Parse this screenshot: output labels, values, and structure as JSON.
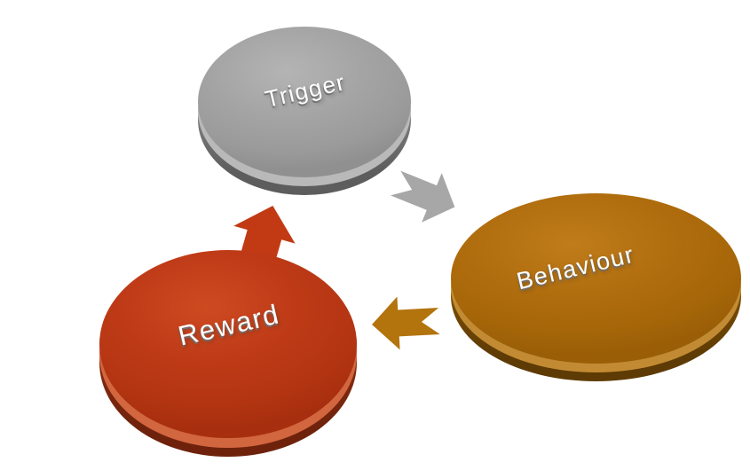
{
  "background_color": "#ffffff",
  "diagram": {
    "type": "cycle",
    "nodes": [
      {
        "id": "trigger",
        "label": "Trigger",
        "shape": "3d-disc",
        "top_color": "#a4a4a4",
        "bevel_color": "#b9b9b9",
        "side_color": "#6e6e6e",
        "text_color": "#ffffff"
      },
      {
        "id": "behaviour",
        "label": "Behaviour",
        "shape": "3d-disc",
        "top_color": "#b06d0e",
        "bevel_color": "#c28b33",
        "side_color": "#6f4605",
        "text_color": "#ffffff"
      },
      {
        "id": "reward",
        "label": "Reward",
        "shape": "3d-disc",
        "top_color": "#be3a17",
        "bevel_color": "#d2663f",
        "side_color": "#7c2610",
        "text_color": "#ffffff"
      }
    ],
    "arrows": [
      {
        "from": "trigger",
        "to": "behaviour",
        "color": "#a7a7a7",
        "direction": "down-right"
      },
      {
        "from": "behaviour",
        "to": "reward",
        "color": "#b3730d",
        "direction": "left"
      },
      {
        "from": "reward",
        "to": "trigger",
        "color": "#c13a14",
        "direction": "up-right"
      }
    ]
  }
}
